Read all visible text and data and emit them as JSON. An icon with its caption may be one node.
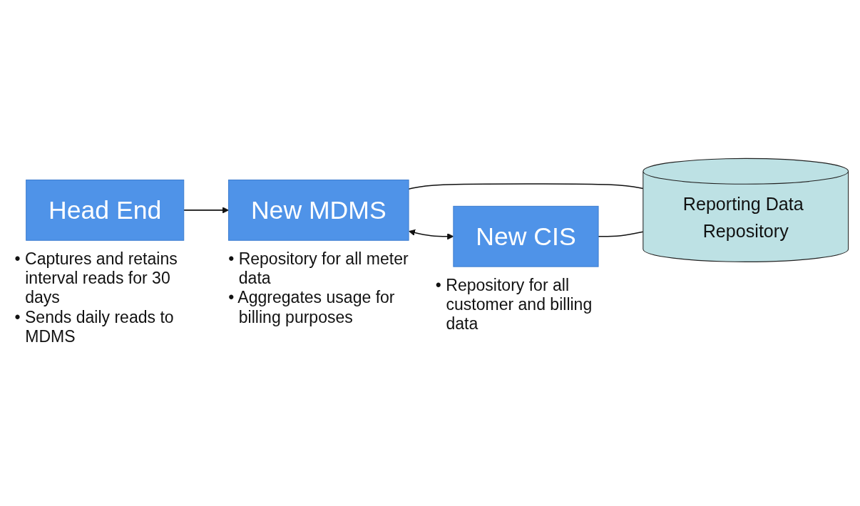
{
  "diagram": {
    "nodes": [
      {
        "text": [
          "Head End"
        ],
        "beside": [
          "• Captures and retains interval reads for 30 days",
          "• Sends daily reads to MDMS"
        ]
      },
      {
        "text": [
          "New MDMS"
        ],
        "beside": [
          "• Repository for all meter data",
          "• Aggregates usage for billing purposes"
        ]
      },
      {
        "text": [
          "New CIS"
        ],
        "beside": [
          "• Repository for all customer and billing data"
        ]
      },
      {
        "text": [
          "Reporting Data Repository"
        ]
      }
    ],
    "edges": [
      {
        "from": 0,
        "to": 1,
        "arrow": "to"
      },
      {
        "from": 1,
        "to": 2,
        "arrow": "both"
      },
      {
        "from": 1,
        "to": 3,
        "arrow": "none"
      },
      {
        "from": 2,
        "to": 3,
        "arrow": "none"
      }
    ]
  }
}
